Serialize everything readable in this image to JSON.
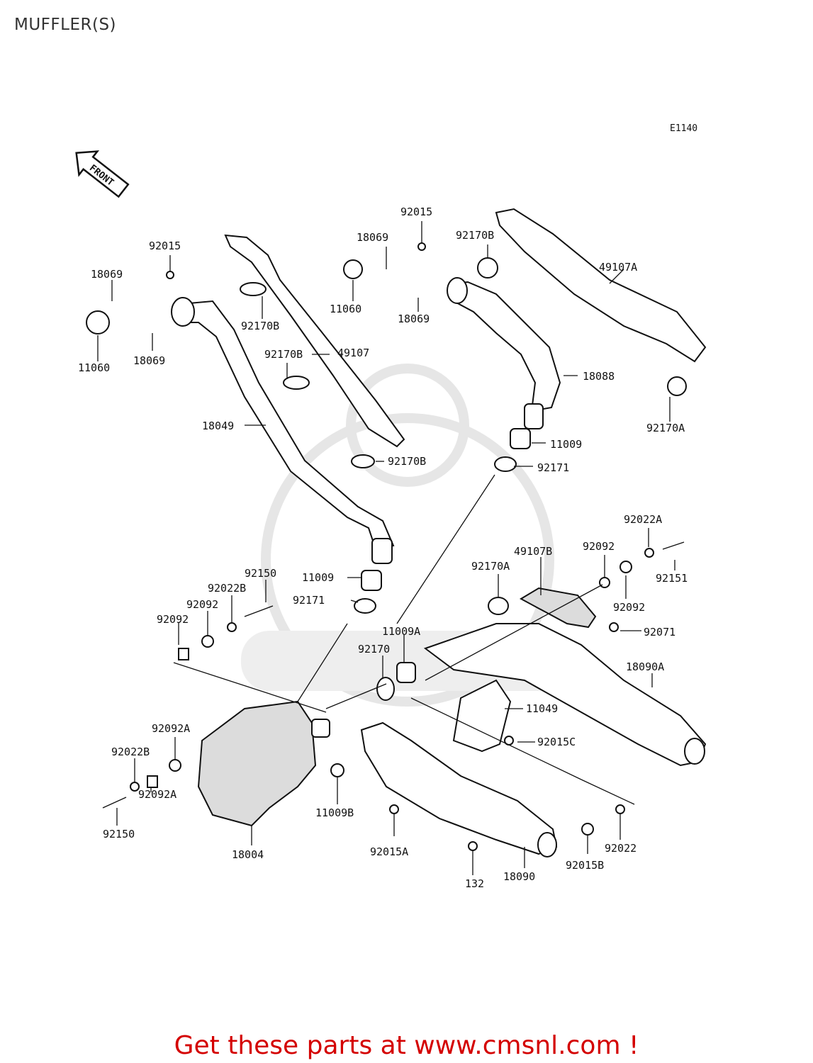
{
  "page": {
    "title": "MUFFLER(S)"
  },
  "diagram": {
    "code": "E1140",
    "front_label": "FRONT",
    "labels": [
      {
        "id": "l1",
        "text": "92015"
      },
      {
        "id": "l2",
        "text": "18069"
      },
      {
        "id": "l3",
        "text": "11060"
      },
      {
        "id": "l4",
        "text": "18069"
      },
      {
        "id": "l5",
        "text": "92170B"
      },
      {
        "id": "l6",
        "text": "92170B"
      },
      {
        "id": "l7",
        "text": "49107"
      },
      {
        "id": "l8",
        "text": "18049"
      },
      {
        "id": "l9",
        "text": "92170B"
      },
      {
        "id": "l10",
        "text": "92015"
      },
      {
        "id": "l11",
        "text": "18069"
      },
      {
        "id": "l12",
        "text": "11060"
      },
      {
        "id": "l13",
        "text": "18069"
      },
      {
        "id": "l14",
        "text": "92170B"
      },
      {
        "id": "l15",
        "text": "49107A"
      },
      {
        "id": "l16",
        "text": "18088"
      },
      {
        "id": "l17",
        "text": "92170A"
      },
      {
        "id": "l18",
        "text": "11009"
      },
      {
        "id": "l19",
        "text": "92171"
      },
      {
        "id": "l20",
        "text": "92022A"
      },
      {
        "id": "l21",
        "text": "92092"
      },
      {
        "id": "l22",
        "text": "49107B"
      },
      {
        "id": "l23",
        "text": "92151"
      },
      {
        "id": "l24",
        "text": "92170A"
      },
      {
        "id": "l25",
        "text": "92092"
      },
      {
        "id": "l26",
        "text": "92071"
      },
      {
        "id": "l27",
        "text": "92150"
      },
      {
        "id": "l28",
        "text": "11009"
      },
      {
        "id": "l29",
        "text": "92022B"
      },
      {
        "id": "l30",
        "text": "92171"
      },
      {
        "id": "l31",
        "text": "92092"
      },
      {
        "id": "l32",
        "text": "92092"
      },
      {
        "id": "l33",
        "text": "11009A"
      },
      {
        "id": "l34",
        "text": "92170"
      },
      {
        "id": "l35",
        "text": "18090A"
      },
      {
        "id": "l36",
        "text": "11049"
      },
      {
        "id": "l37",
        "text": "92092A"
      },
      {
        "id": "l38",
        "text": "92015C"
      },
      {
        "id": "l39",
        "text": "92022B"
      },
      {
        "id": "l40",
        "text": "92092A"
      },
      {
        "id": "l41",
        "text": "11009B"
      },
      {
        "id": "l42",
        "text": "92150"
      },
      {
        "id": "l43",
        "text": "18004"
      },
      {
        "id": "l44",
        "text": "92015A"
      },
      {
        "id": "l45",
        "text": "18090"
      },
      {
        "id": "l46",
        "text": "92022"
      },
      {
        "id": "l47",
        "text": "92015B"
      },
      {
        "id": "l48",
        "text": "132"
      }
    ]
  },
  "footer": {
    "text": "Get these parts at www.cmsnl.com !"
  }
}
